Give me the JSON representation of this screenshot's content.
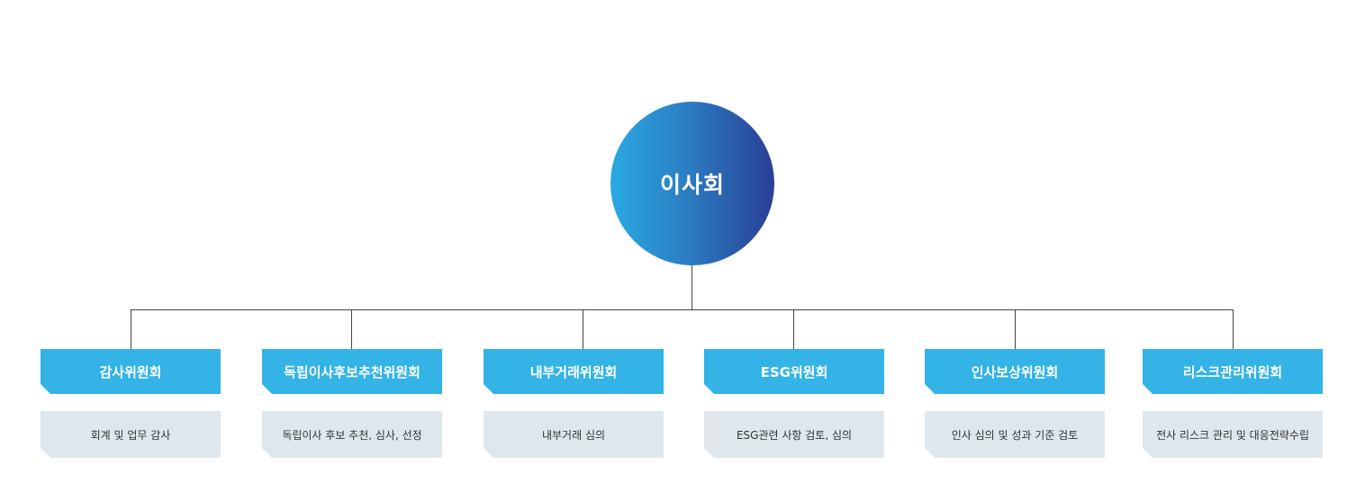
{
  "root": {
    "label": "이사회"
  },
  "committees": [
    {
      "title": "감사위원회",
      "description": "회계 및 업무 감사"
    },
    {
      "title": "독립이사후보추천위원회",
      "description": "독립이사 후보 추천, 심사, 선정"
    },
    {
      "title": "내부거래위원회",
      "description": "내부거래 심의"
    },
    {
      "title": "ESG위원회",
      "description": "ESG관련 사항 검토, 심의"
    },
    {
      "title": "인사보상위원회",
      "description": "인사 심의 및 성과 기준 검토"
    },
    {
      "title": "리스크관리위원회",
      "description": "전사 리스크 관리 및 대응전략수립"
    }
  ],
  "colors": {
    "root_gradient": [
      "#29a9e3",
      "#2a3f96"
    ],
    "title_box": "#33b3e6",
    "desc_box": "#dfe7ec",
    "connector": "#444444"
  }
}
